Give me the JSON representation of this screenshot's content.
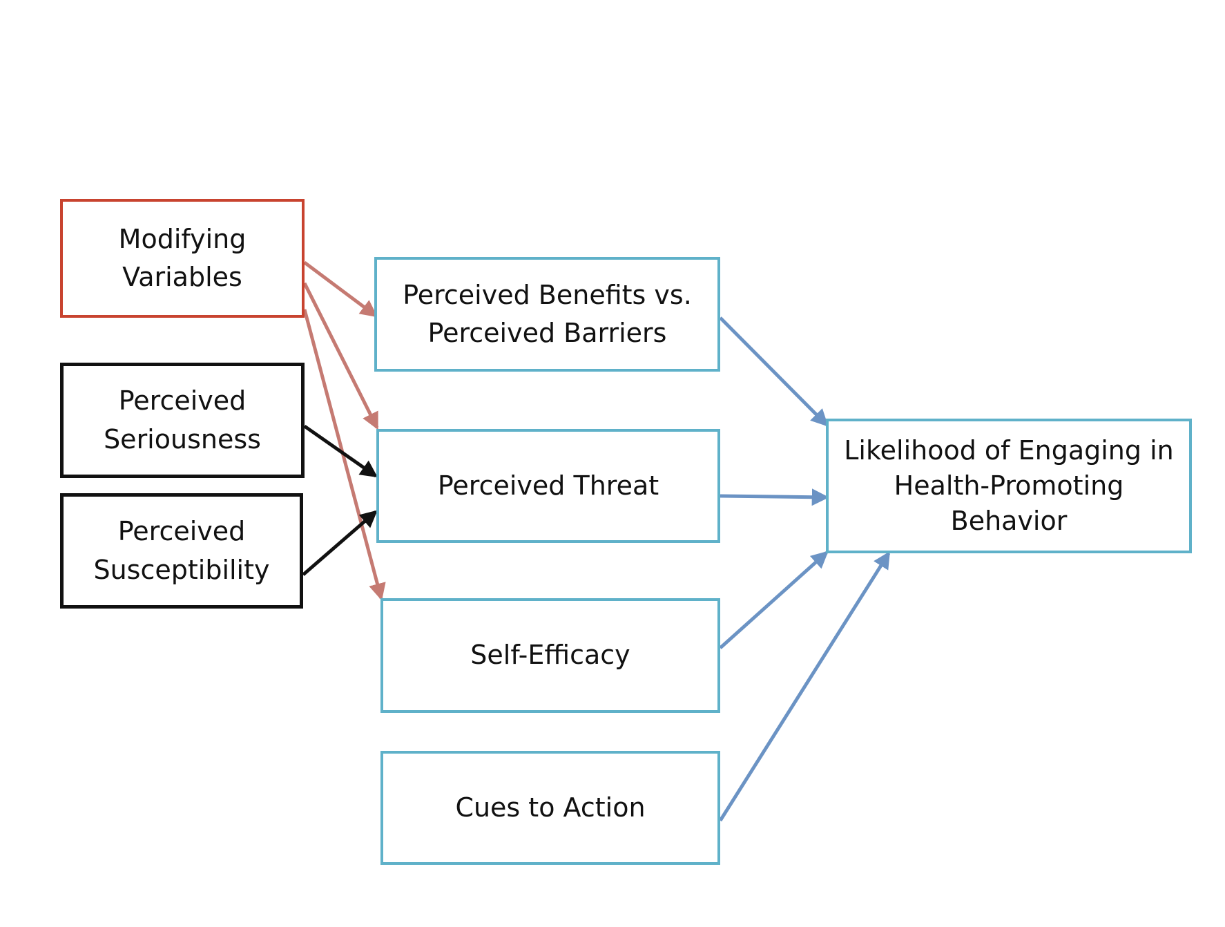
{
  "diagram": {
    "nodes": [
      {
        "id": "modifying",
        "label": "Modifying\nVariables",
        "style": "red"
      },
      {
        "id": "seriousness",
        "label": "Perceived\nSeriousness",
        "style": "black"
      },
      {
        "id": "susceptibility",
        "label": "Perceived\nSusceptibility",
        "style": "black"
      },
      {
        "id": "benefits",
        "label": "Perceived Benefits vs.\nPerceived Barriers",
        "style": "teal"
      },
      {
        "id": "threat",
        "label": "Perceived Threat",
        "style": "teal"
      },
      {
        "id": "selfefficacy",
        "label": "Self-Efficacy",
        "style": "teal"
      },
      {
        "id": "cues",
        "label": "Cues to Action",
        "style": "teal"
      },
      {
        "id": "likelihood",
        "label": "Likelihood of Engaging in\nHealth-Promoting\nBehavior",
        "style": "teal"
      }
    ],
    "edges": [
      {
        "from": "modifying",
        "to": "benefits",
        "color": "#c57a72"
      },
      {
        "from": "modifying",
        "to": "threat",
        "color": "#c57a72"
      },
      {
        "from": "modifying",
        "to": "selfefficacy",
        "color": "#c57a72"
      },
      {
        "from": "seriousness",
        "to": "threat",
        "color": "#111111"
      },
      {
        "from": "susceptibility",
        "to": "threat",
        "color": "#111111"
      },
      {
        "from": "benefits",
        "to": "likelihood",
        "color": "#6b93c4"
      },
      {
        "from": "threat",
        "to": "likelihood",
        "color": "#6b93c4"
      },
      {
        "from": "selfefficacy",
        "to": "likelihood",
        "color": "#6b93c4"
      },
      {
        "from": "cues",
        "to": "likelihood",
        "color": "#6b93c4"
      }
    ],
    "colors": {
      "modifying_border": "#c8432f",
      "factor_border": "#111111",
      "construct_border": "#5fb1c9",
      "modifying_arrow": "#c57a72",
      "factor_arrow": "#111111",
      "outcome_arrow": "#6b93c4"
    }
  }
}
